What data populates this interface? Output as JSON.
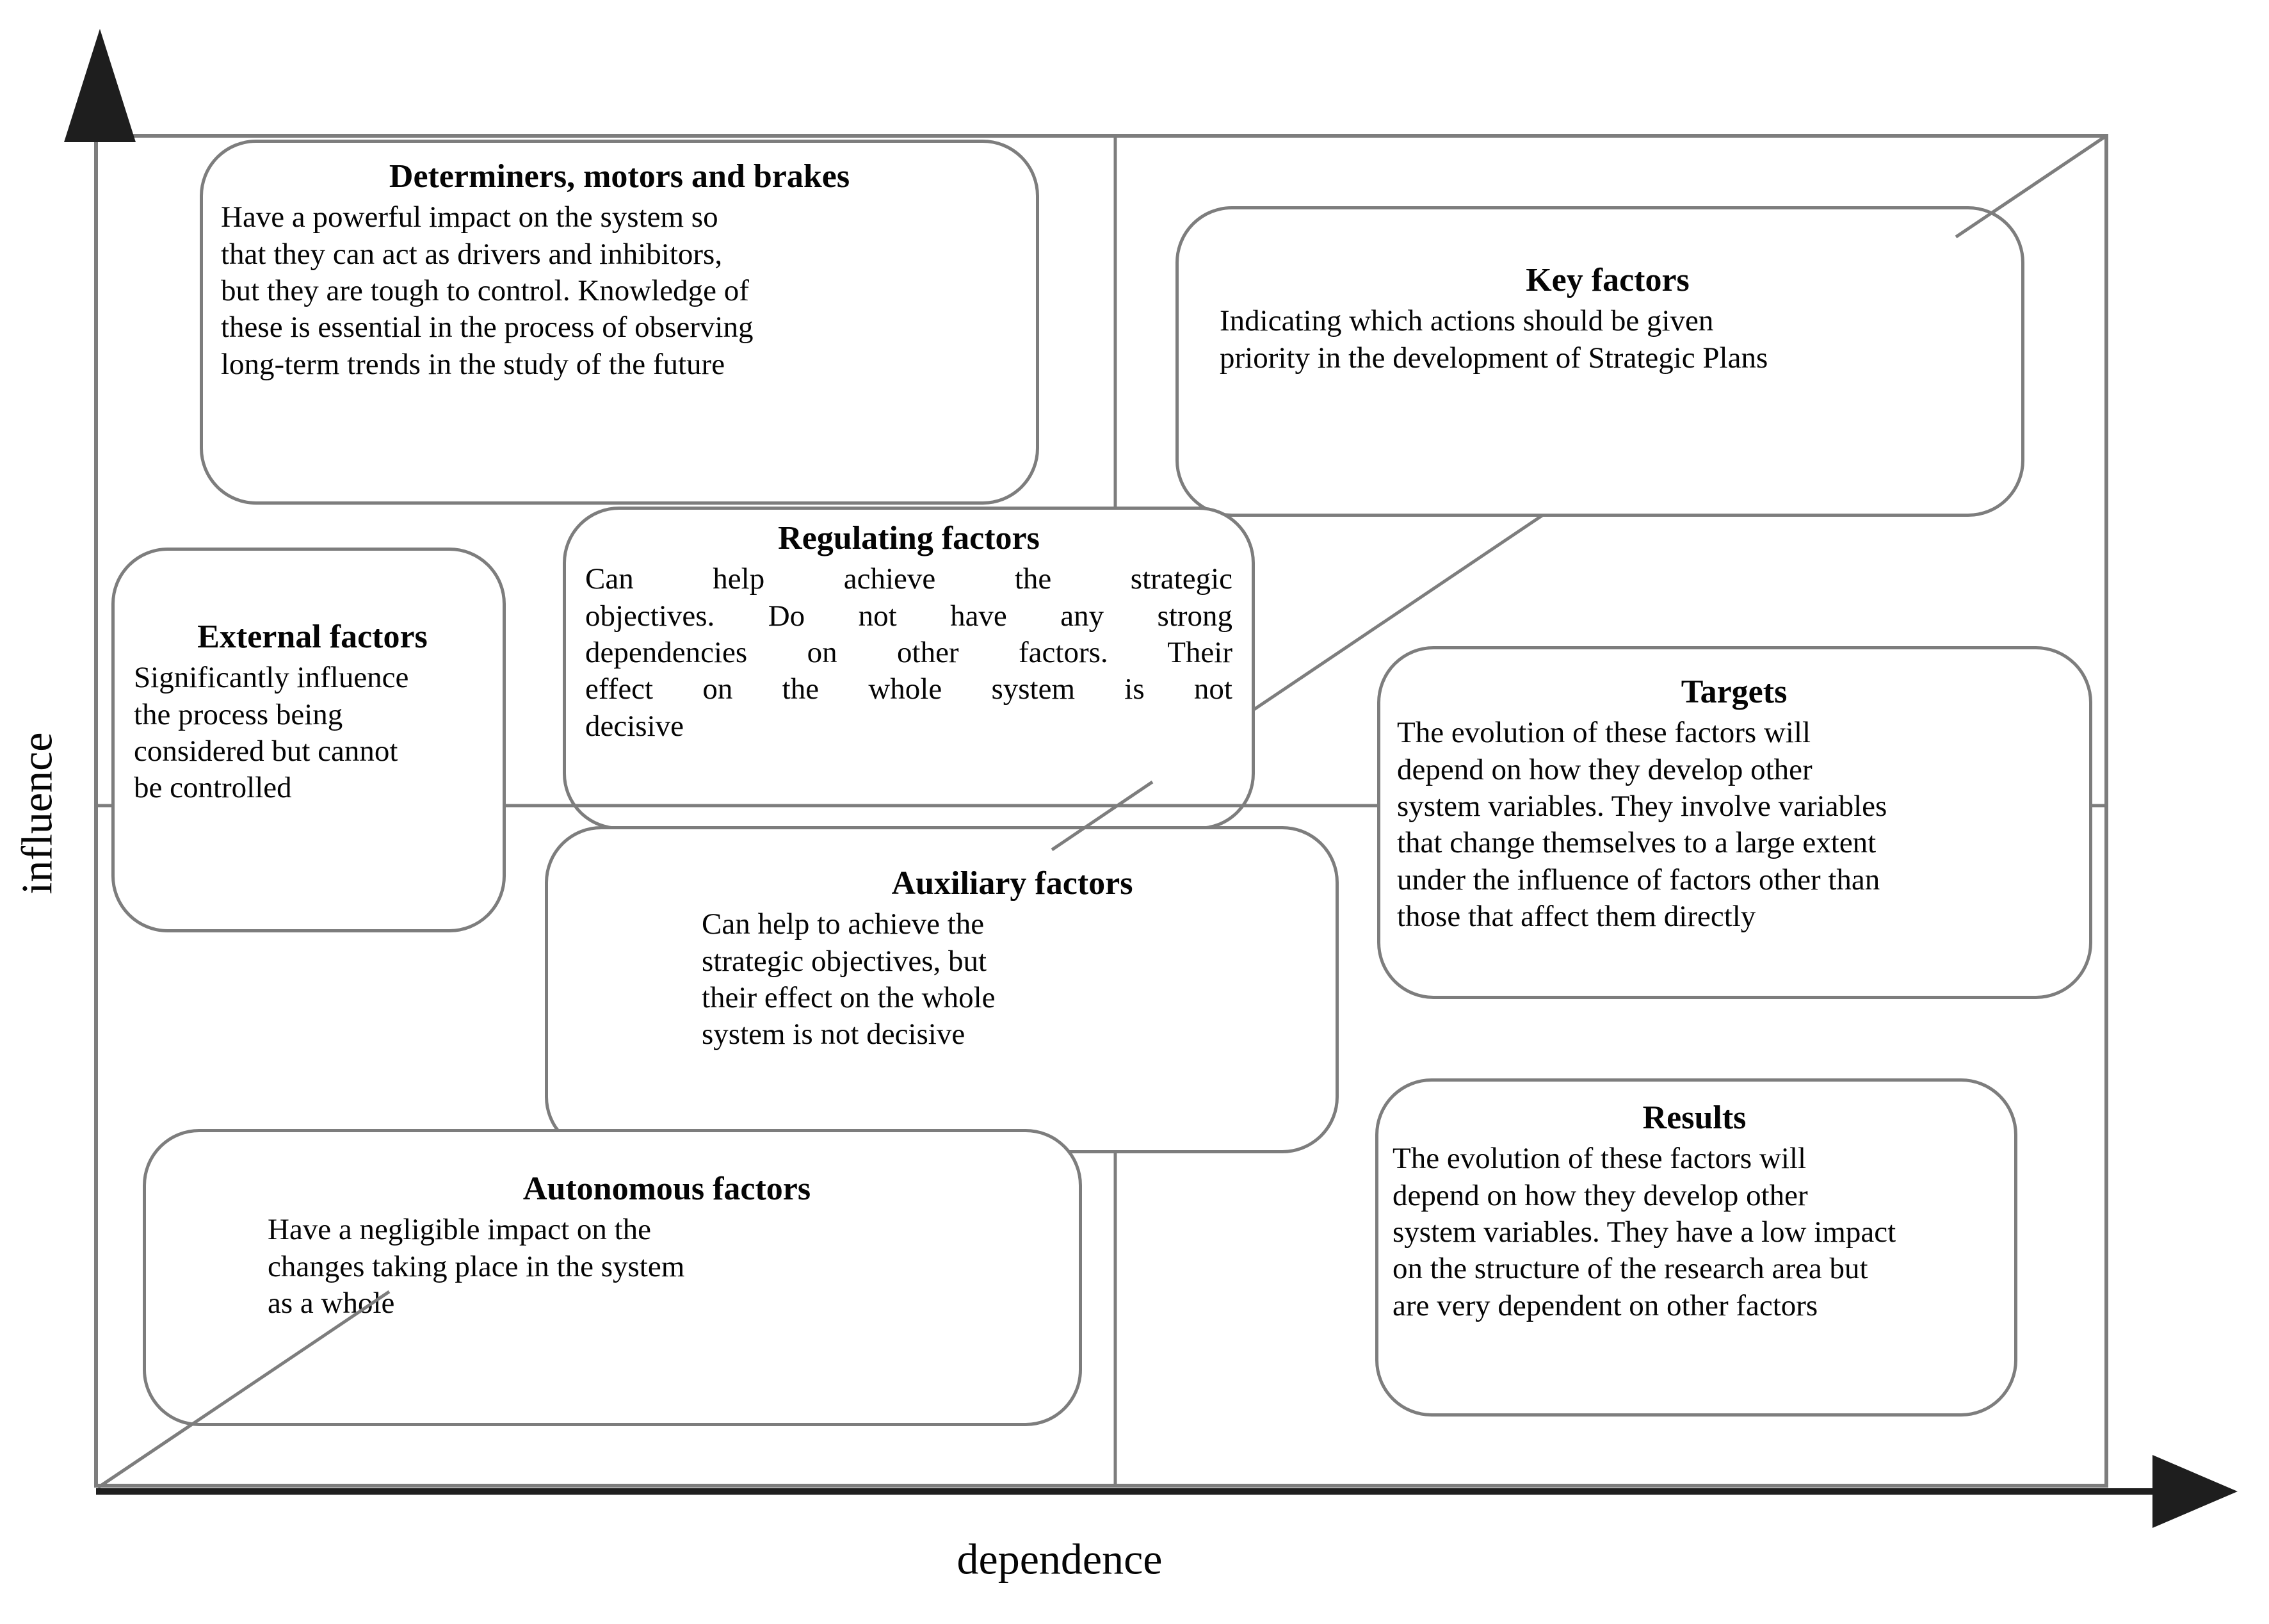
{
  "diagram": {
    "y_axis_label": "influence",
    "x_axis_label": "dependence",
    "quadrant_boxes": {
      "determiners": {
        "title": "Determiners, motors and brakes",
        "body": "Have a powerful impact on the system so\nthat they can act as drivers and inhibitors,\nbut they are tough to control. Knowledge of\nthese is essential in the process of observing\nlong-term trends in the study of the future"
      },
      "key_factors": {
        "title": "Key factors",
        "body": "Indicating which actions should be given\npriority in the development of Strategic Plans"
      },
      "regulating": {
        "title": "Regulating factors",
        "body": "Can help achieve the strategic\nobjectives. Do not have any strong\ndependencies on other factors. Their\neffect on the whole system is not\ndecisive"
      },
      "external": {
        "title": "External factors",
        "body": "Significantly influence\nthe process being\nconsidered but cannot\nbe controlled"
      },
      "targets": {
        "title": "Targets",
        "body": "The evolution of these factors will\ndepend on how they develop other\nsystem variables. They involve variables\nthat change themselves to a large extent\nunder the influence of factors other than\nthose that affect them directly"
      },
      "auxiliary": {
        "title": "Auxiliary factors",
        "body": "Can help to achieve the\nstrategic objectives, but\ntheir effect on the whole\nsystem is not decisive"
      },
      "autonomous": {
        "title": "Autonomous factors",
        "body": "Have a negligible impact on the\nchanges taking place in the system\nas a whole"
      },
      "results": {
        "title": "Results",
        "body": "The evolution of these factors will\ndepend on how they develop other\nsystem variables. They have a low impact\non the structure of the research area but\nare very dependent on other factors"
      }
    },
    "colors": {
      "line_gray": "#7d7d7d",
      "axis_color": "#1e1e1e",
      "text_color": "#050505",
      "background": "#ffffff"
    }
  }
}
